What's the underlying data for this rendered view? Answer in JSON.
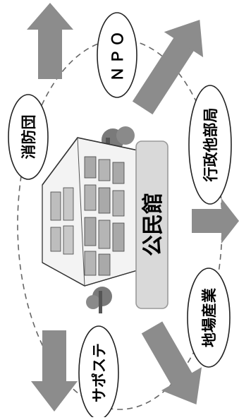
{
  "diagram": {
    "center_label": "公民館",
    "nodes": [
      {
        "id": "npo",
        "label": "ＮＰＯ"
      },
      {
        "id": "shobodan",
        "label": "消防団"
      },
      {
        "id": "gyosei",
        "label": "行政他部局"
      },
      {
        "id": "jiba",
        "label": "地場産業"
      },
      {
        "id": "saposute",
        "label": "サポステ"
      }
    ],
    "colors": {
      "arrow": "#8c8c8c",
      "center_box": "#d9d9d9",
      "ellipse_stroke": "#222222",
      "ring": "#666666"
    },
    "icons": {
      "center_image": "building-illustration"
    }
  }
}
